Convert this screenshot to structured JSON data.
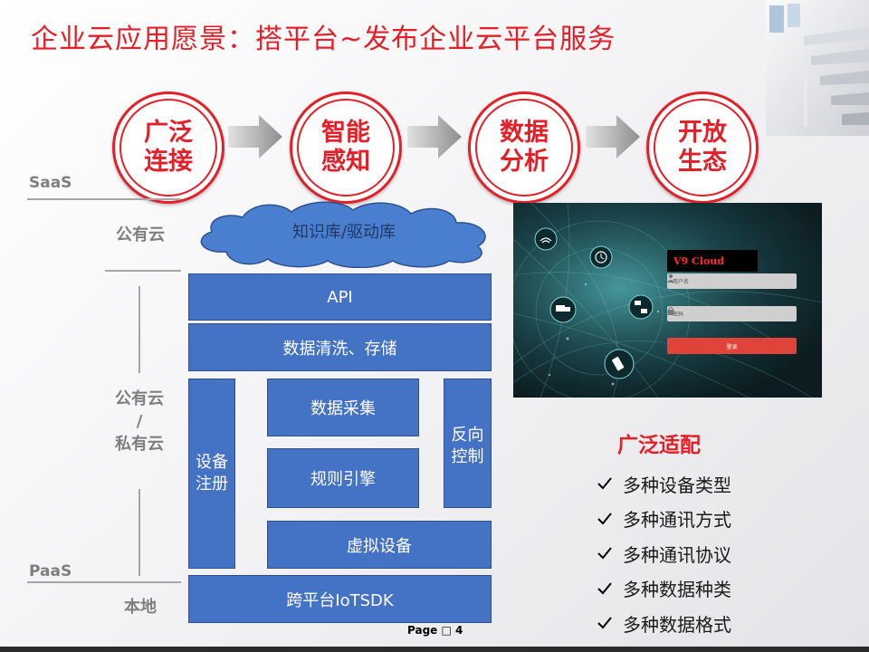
{
  "title": "企业云应用愿景：搭平台~发布企业云平台服务",
  "steps": [
    {
      "label": "广泛\n连接"
    },
    {
      "label": "智能\n感知"
    },
    {
      "label": "数据\n分析"
    },
    {
      "label": "开放\n生态"
    }
  ],
  "layers": {
    "saas": "SaaS",
    "paas": "PaaS"
  },
  "side_labels": {
    "public_cloud": "公有云",
    "hybrid_cloud": "公有云\n/\n私有云",
    "local": "本地"
  },
  "architecture": {
    "cloud": "知识库/驱动库",
    "api": "API",
    "data_clean": "数据清洗、存储",
    "device_register": "设备\n注册",
    "data_collect": "数据采集",
    "rule_engine": "规则引擎",
    "reverse_control": "反向\n控制",
    "virtual_device": "虚拟设备",
    "sdk": "跨平台IoTSDK"
  },
  "login_screen": {
    "brand": "V9 Cloud",
    "username_placeholder": "用户名",
    "password_placeholder": "密码",
    "login_button": "登录"
  },
  "features": {
    "title": "广泛适配",
    "items": [
      "多种设备类型",
      "多种通讯方式",
      "多种通讯协议",
      "多种数据种类",
      "多种数据格式"
    ]
  },
  "page_number": "Page □ 4",
  "colors": {
    "accent_red": "#e41f27",
    "box_blue": "#4472c4",
    "cloud_blue": "#4a7fd0",
    "label_gray": "#7f7f7f"
  },
  "icons": [
    "staircase-decoration",
    "arrow-right-icon",
    "cloud-shape",
    "check-icon",
    "user-icon",
    "lock-icon"
  ]
}
